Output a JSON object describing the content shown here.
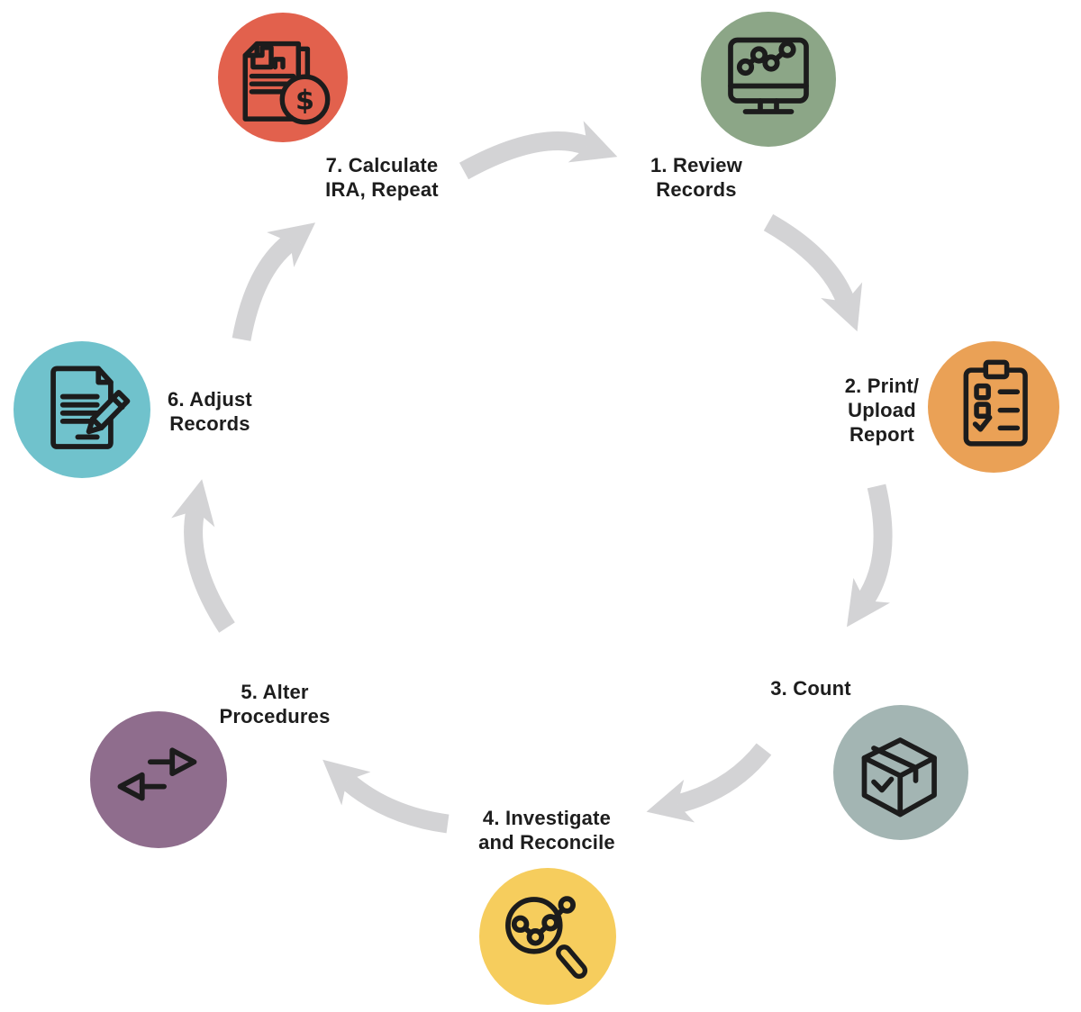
{
  "colors": {
    "background": "#ffffff",
    "arrow": "#d3d3d5",
    "icon_stroke": "#1c1c1c",
    "label_text": "#1d1d1d"
  },
  "steps": [
    {
      "id": "1",
      "label_lines": [
        "1. Review",
        "Records"
      ],
      "color": "#8CA687",
      "icon": "monitor-chart-icon"
    },
    {
      "id": "2",
      "label_lines": [
        "2. Print/",
        "Upload",
        "Report"
      ],
      "color": "#EAA156",
      "icon": "clipboard-checklist-icon"
    },
    {
      "id": "3",
      "label_lines": [
        "3. Count"
      ],
      "color": "#A3B5B3",
      "icon": "shipping-box-icon"
    },
    {
      "id": "4",
      "label_lines": [
        "4. Investigate",
        "and Reconcile"
      ],
      "color": "#F6CD5D",
      "icon": "magnifier-chart-icon"
    },
    {
      "id": "5",
      "label_lines": [
        "5. Alter",
        "Procedures"
      ],
      "color": "#8F6D8D",
      "icon": "swap-arrows-icon"
    },
    {
      "id": "6",
      "label_lines": [
        "6. Adjust",
        "Records"
      ],
      "color": "#70C2CC",
      "icon": "document-pencil-icon"
    },
    {
      "id": "7",
      "label_lines": [
        "7. Calculate",
        "IRA, Repeat"
      ],
      "color": "#E2614D",
      "icon": "document-dollar-icon",
      "coin_symbol": "$"
    }
  ]
}
